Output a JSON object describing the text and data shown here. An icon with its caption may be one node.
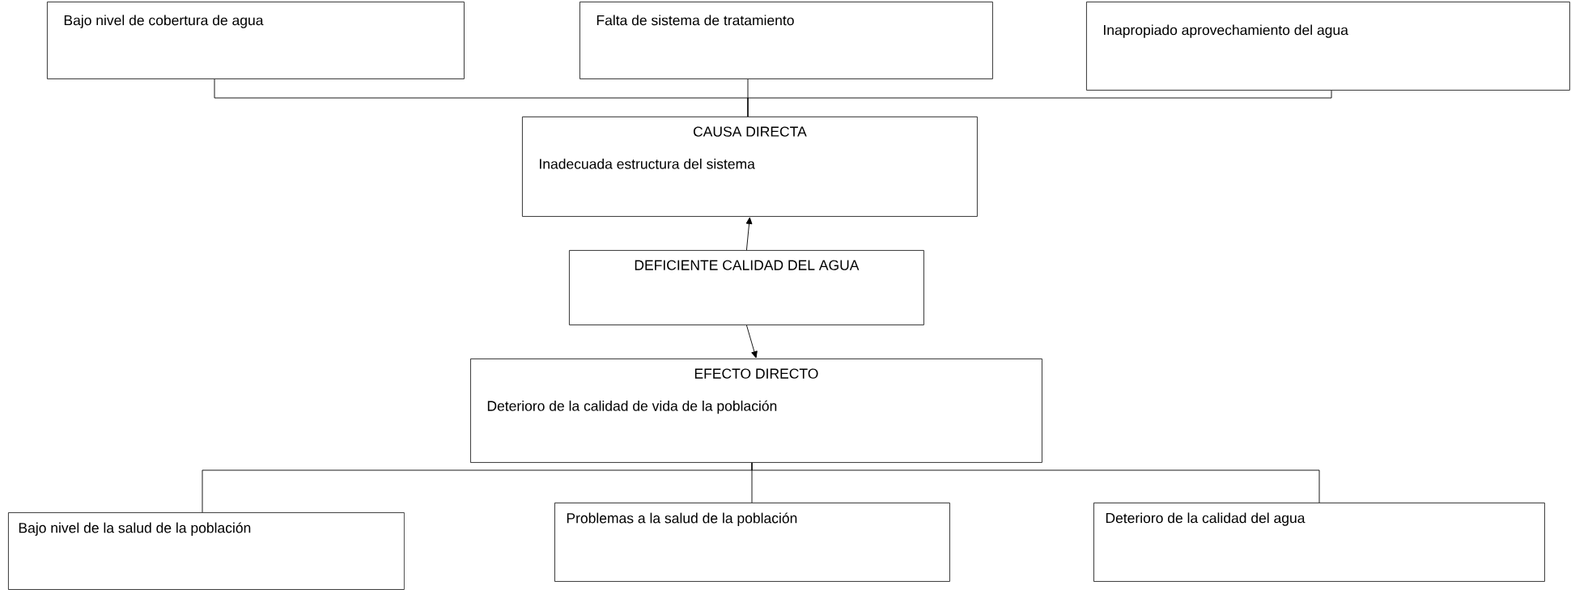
{
  "diagram": {
    "nodes": [
      {
        "text": [
          "Bajo nivel de cobertura de agua"
        ]
      },
      {
        "text": [
          "Falta de sistema de tratamiento"
        ]
      },
      {
        "text": [
          "Inapropiado aprovechamiento del agua"
        ]
      },
      {
        "text": [
          "CAUSA DIRECTA",
          "Inadecuada estructura del sistema"
        ]
      },
      {
        "text": [
          "DEFICIENTE CALIDAD DEL AGUA"
        ]
      },
      {
        "text": [
          "EFECTO DIRECTO",
          "Deterioro de la calidad de vida de la población"
        ]
      },
      {
        "text": [
          "Bajo nivel de la salud de la población"
        ]
      },
      {
        "text": [
          "Problemas a la salud de la población"
        ]
      },
      {
        "text": [
          "Deterioro de la calidad del agua"
        ]
      }
    ],
    "edges": [
      {
        "from": 0,
        "to": 3,
        "arrow": "none"
      },
      {
        "from": 1,
        "to": 3,
        "arrow": "none"
      },
      {
        "from": 2,
        "to": 3,
        "arrow": "none"
      },
      {
        "from": 4,
        "to": 3,
        "arrow": "to"
      },
      {
        "from": 4,
        "to": 5,
        "arrow": "to"
      },
      {
        "from": 5,
        "to": 6,
        "arrow": "none"
      },
      {
        "from": 5,
        "to": 7,
        "arrow": "none"
      },
      {
        "from": 5,
        "to": 8,
        "arrow": "none"
      }
    ]
  }
}
